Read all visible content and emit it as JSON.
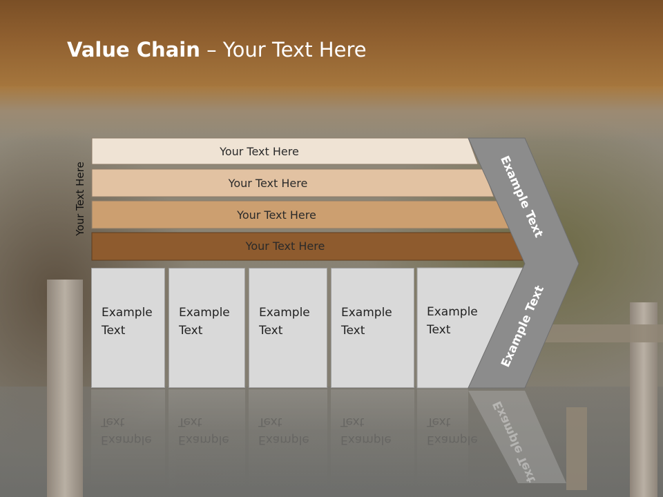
{
  "title": {
    "bold": "Value Chain",
    "rest": " – Your Text Here"
  },
  "side_label": "Your Text Here",
  "bars": [
    {
      "label": "Your Text Here",
      "color": "#efe3d4"
    },
    {
      "label": "Your Text Here",
      "color": "#e2c2a2"
    },
    {
      "label": "Your Text Here",
      "color": "#cc9f70"
    },
    {
      "label": "Your Text Here",
      "color": "#8e5b2e"
    }
  ],
  "boxes": [
    {
      "label": "Example\nText"
    },
    {
      "label": "Example\nText"
    },
    {
      "label": "Example\nText"
    },
    {
      "label": "Example\nText"
    },
    {
      "label": "Example\nText"
    }
  ],
  "chevron": {
    "upper_label": "Example Text",
    "lower_label": "Example Text",
    "color": "#8c8c8c"
  },
  "colors": {
    "box_fill": "#d9d9d9",
    "title_text": "#ffffff"
  }
}
